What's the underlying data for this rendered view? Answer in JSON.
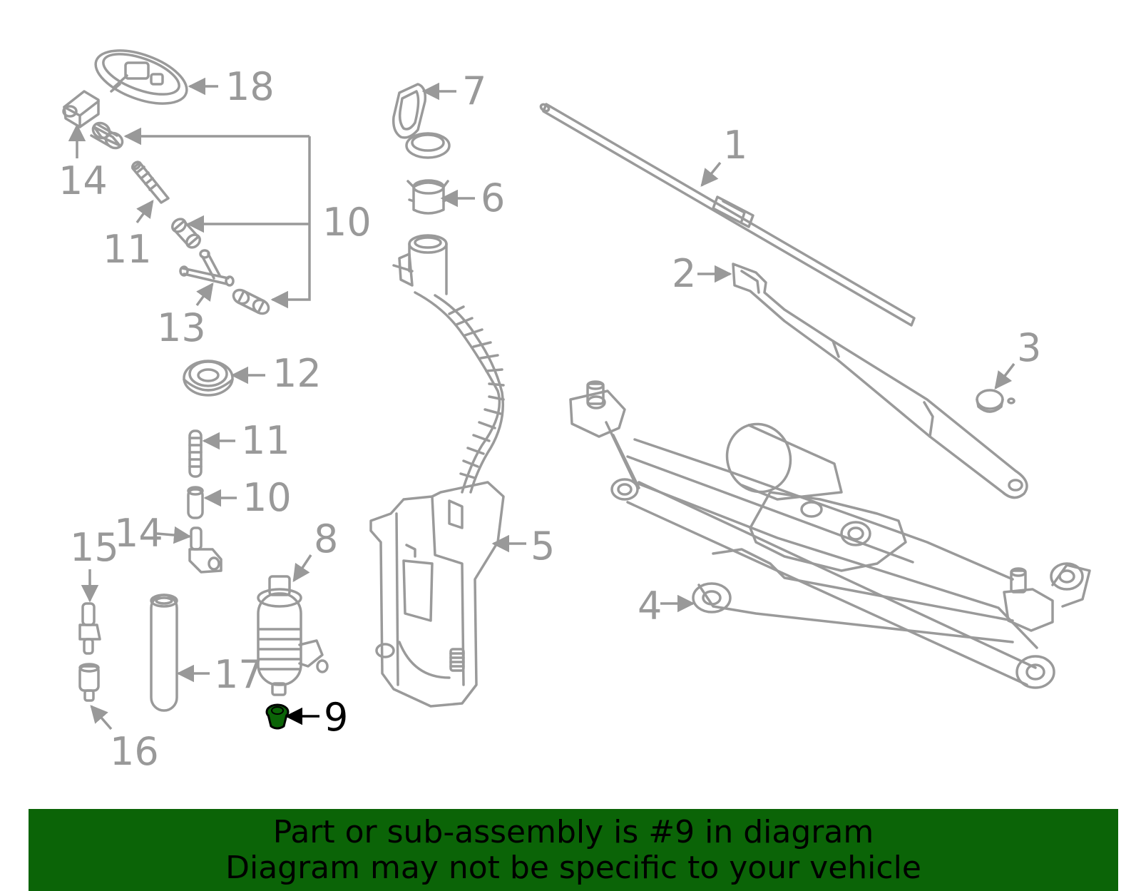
{
  "callouts": {
    "c1": "1",
    "c2": "2",
    "c3": "3",
    "c4": "4",
    "c5": "5",
    "c6": "6",
    "c7": "7",
    "c8": "8",
    "c9": "9",
    "c10a": "10",
    "c10b": "10",
    "c11a": "11",
    "c11b": "11",
    "c12": "12",
    "c13": "13",
    "c14a": "14",
    "c14b": "14",
    "c15": "15",
    "c16": "16",
    "c17": "17",
    "c18": "18"
  },
  "highlight": {
    "part": "9",
    "color": "#0b6407"
  },
  "banner": {
    "line1": "Part or sub-assembly is #9 in diagram",
    "line2": "Diagram may not be specific to your vehicle",
    "color": "#0b6407"
  }
}
